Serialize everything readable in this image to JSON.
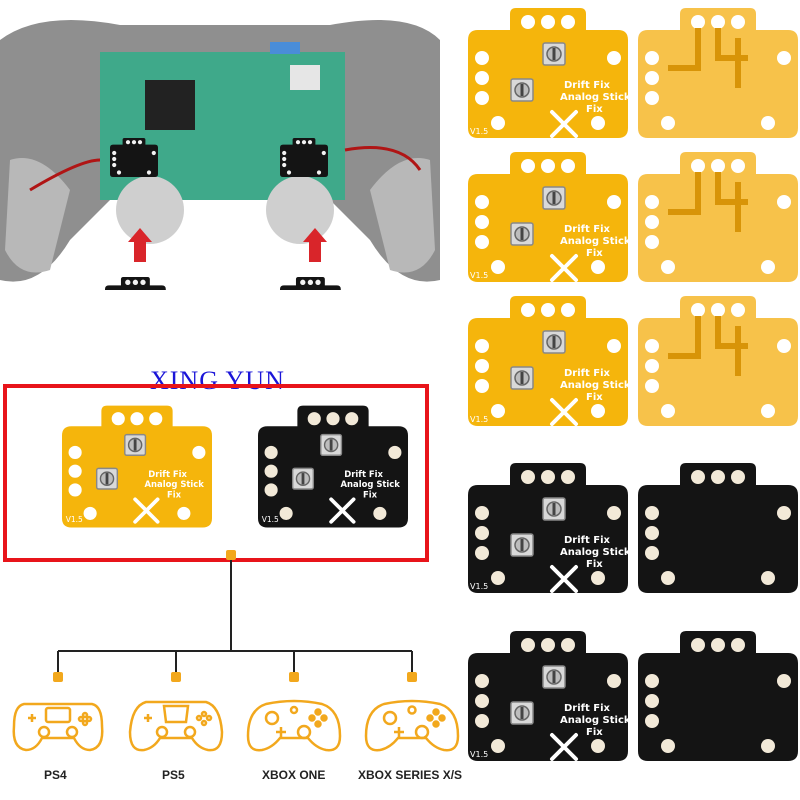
{
  "watermark": "XING YUN",
  "board": {
    "line1": "Drift Fix",
    "line2": "Analog Stick",
    "line3": "Fix",
    "version": "V1.5"
  },
  "consoles": [
    {
      "label": "PS4",
      "icon": "ps4-controller-icon"
    },
    {
      "label": "PS5",
      "icon": "ps5-controller-icon"
    },
    {
      "label": "XBOX ONE",
      "icon": "xbox-one-controller-icon"
    },
    {
      "label": "XBOX SERIES X/S",
      "icon": "xbox-series-controller-icon"
    }
  ],
  "colors": {
    "highlight_frame": "#e8141a",
    "connector": "#f2a81d",
    "flex_pcb": "#f5b50c",
    "black_pcb": "#141414",
    "arrow": "#d9252a",
    "watermark": "#1a14d8"
  }
}
